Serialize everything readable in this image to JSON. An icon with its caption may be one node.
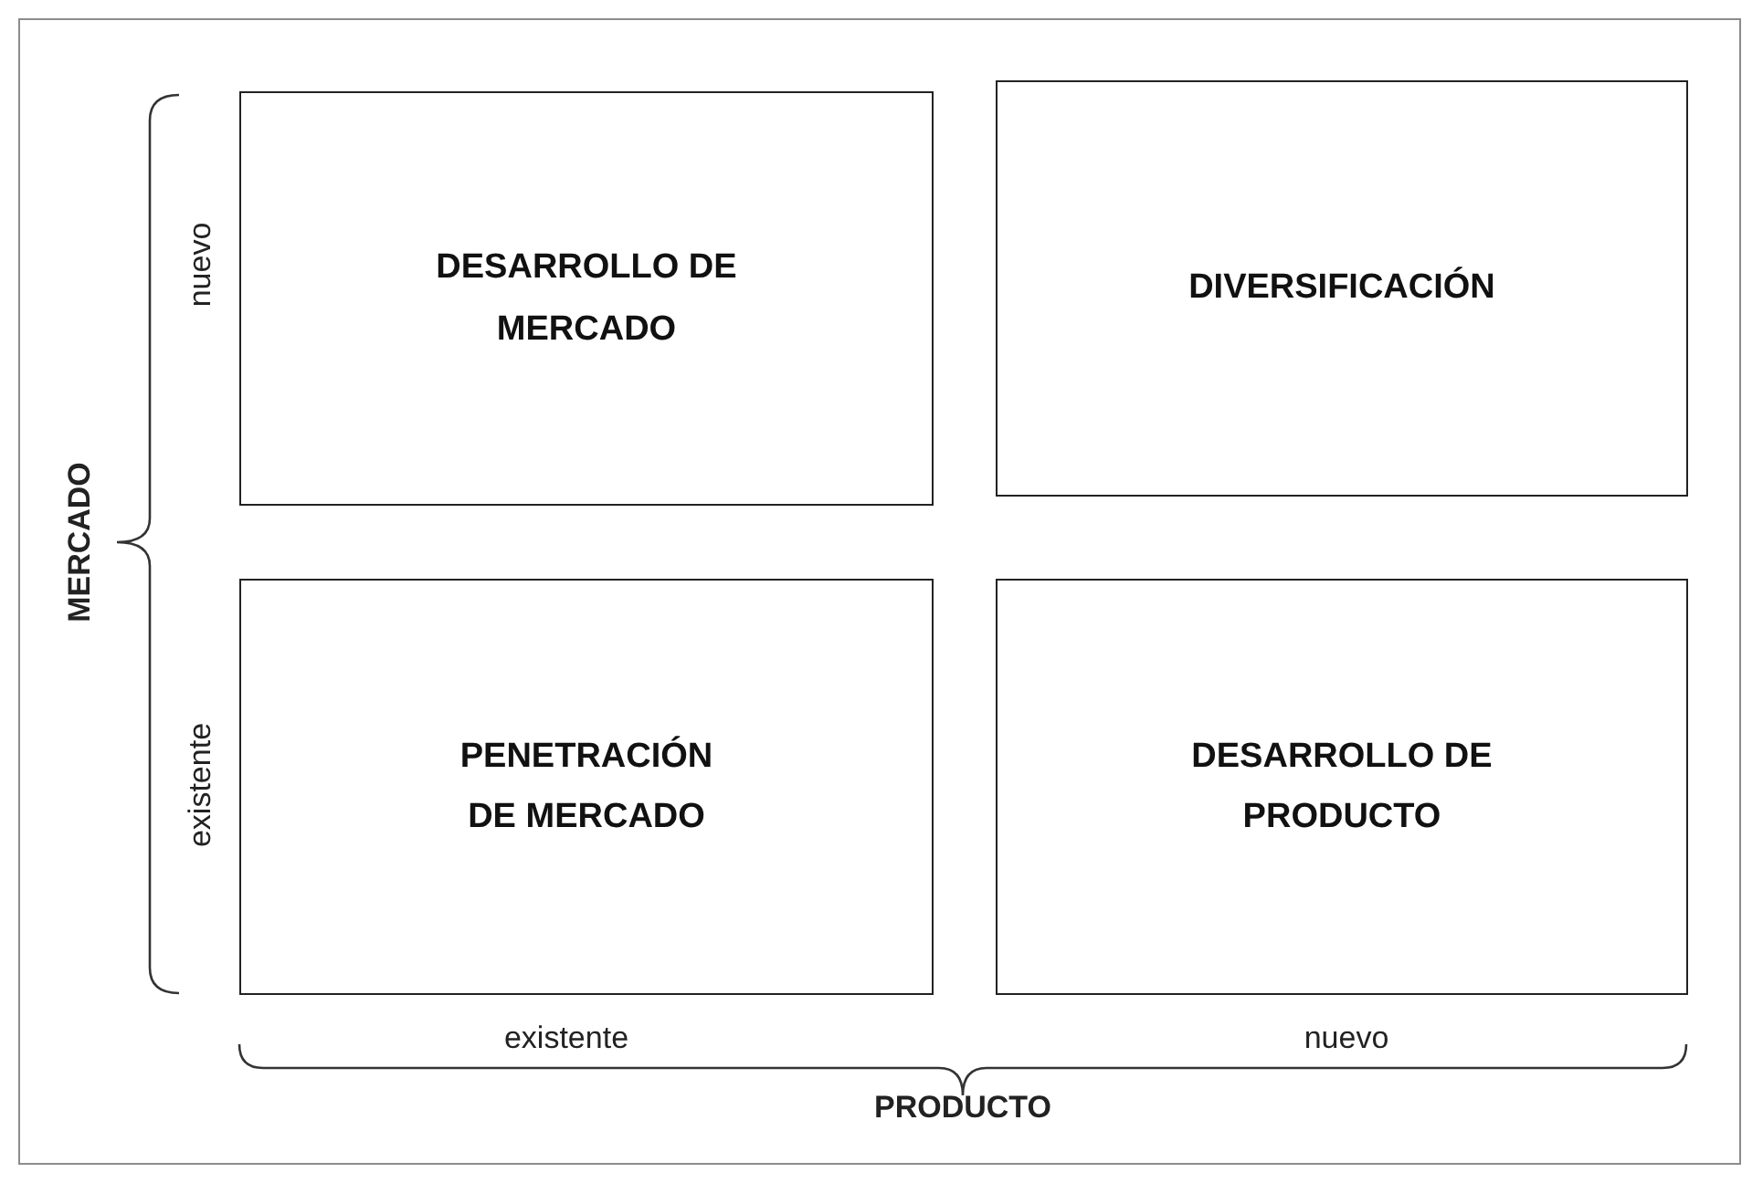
{
  "diagram": {
    "nodes": [
      {
        "text": [
          "DESARROLLO DE MERCADO"
        ]
      },
      {
        "text": [
          "DIVERSIFICACIÓN"
        ]
      },
      {
        "text": [
          "PENETRACIÓN DE MERCADO"
        ]
      },
      {
        "text": [
          "DESARROLLO DE PRODUCTO"
        ]
      }
    ],
    "labels": [
      "nuevo",
      "MERCADO",
      "existente",
      "existente",
      "nuevo",
      "PRODUCTO"
    ]
  }
}
